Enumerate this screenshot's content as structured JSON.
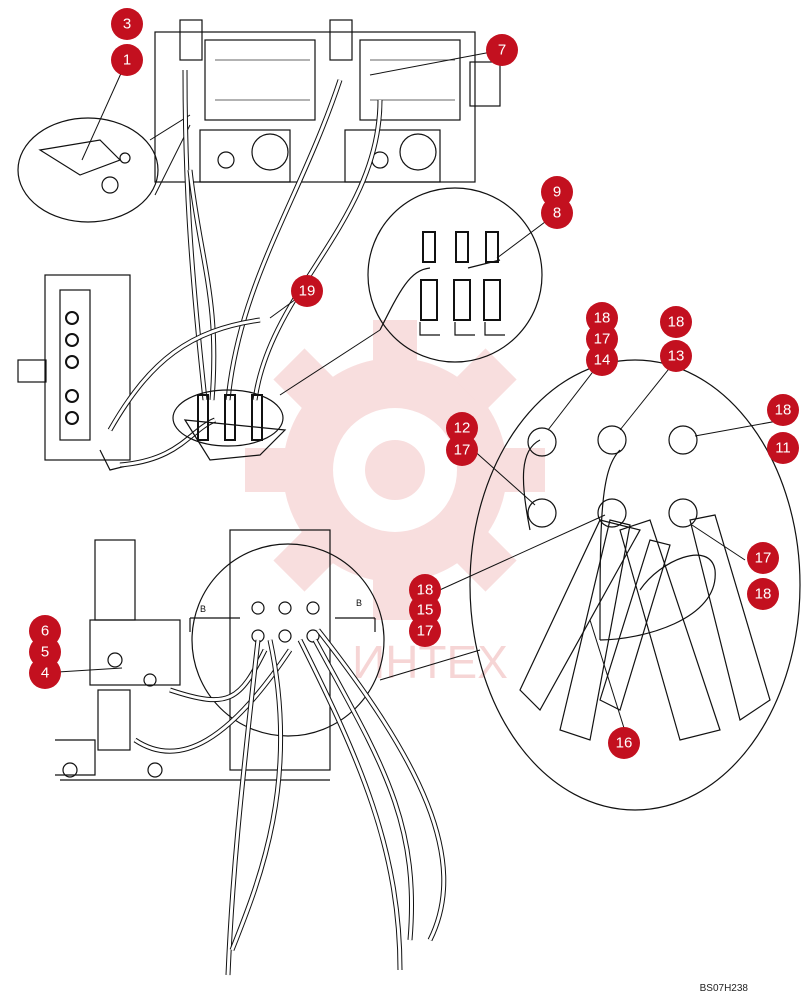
{
  "diagram": {
    "drawing_code": "BS07H238",
    "watermark_text": "ИНТЕХ",
    "section_marker": "B",
    "callout_color": "#c3101f",
    "watermark_color": "#e88a8a"
  },
  "callouts": [
    "1",
    "3",
    "4",
    "5",
    "6",
    "7",
    "8",
    "9",
    "11",
    "12",
    "13",
    "14",
    "15",
    "16",
    "17",
    "18",
    "19"
  ]
}
